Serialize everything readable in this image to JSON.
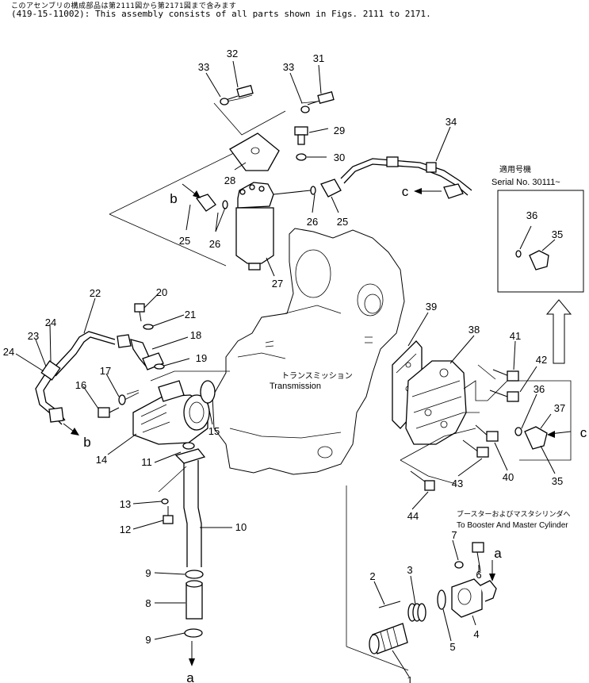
{
  "header": {
    "japanese_line": "このアセンブリの構成部品は第2111図から第2171図まで含みます",
    "english_line": "(419-15-11002): This assembly consists of all parts shown in Figs. 2111 to 2171."
  },
  "callouts": [
    "1",
    "2",
    "3",
    "4",
    "5",
    "6",
    "7",
    "8",
    "9",
    "9",
    "10",
    "11",
    "12",
    "13",
    "14",
    "15",
    "16",
    "17",
    "18",
    "19",
    "20",
    "21",
    "22",
    "23",
    "24",
    "24",
    "25",
    "25",
    "26",
    "26",
    "27",
    "28",
    "29",
    "30",
    "31",
    "32",
    "33",
    "33",
    "34",
    "35",
    "35",
    "36",
    "36",
    "37",
    "38",
    "39",
    "40",
    "41",
    "42",
    "43",
    "44"
  ],
  "connection_marks": {
    "a_top": "a",
    "a_bottom": "a",
    "b_top": "b",
    "b_bottom": "b",
    "c_top": "c",
    "c_right": "c"
  },
  "serial_box": {
    "japanese": "適用号機",
    "serial": "Serial No. 30111~"
  },
  "transmission": {
    "japanese": "トランスミッション",
    "english": "Transmission"
  },
  "booster": {
    "japanese": "ブースターおよびマスタシリンダへ",
    "english": "To Booster And Master Cylinder"
  }
}
